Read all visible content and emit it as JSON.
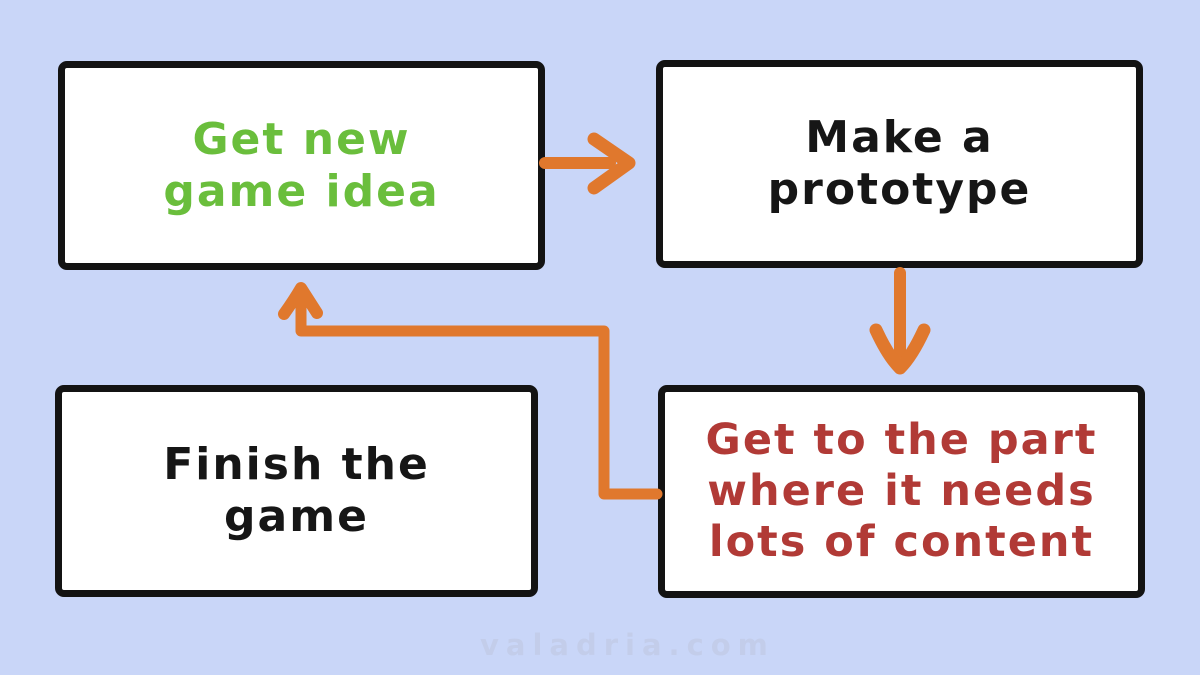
{
  "page": {
    "background_color": "#c9d6f8",
    "watermark": "valadria.com"
  },
  "flowchart": {
    "arrow_color": "#e0782d",
    "boxes": [
      {
        "id": "get-new-game-idea",
        "label": "Get new\ngame idea",
        "text_color": "#6abe3c"
      },
      {
        "id": "make-a-prototype",
        "label": "Make a\nprototype",
        "text_color": "#161616"
      },
      {
        "id": "finish-the-game",
        "label": "Finish the\ngame",
        "text_color": "#161616"
      },
      {
        "id": "lots-of-content",
        "label": "Get to the part\nwhere it needs\nlots of content",
        "text_color": "#b13a36"
      }
    ],
    "arrows": [
      {
        "id": "idea-to-prototype",
        "from": "get-new-game-idea",
        "to": "make-a-prototype"
      },
      {
        "id": "prototype-to-content",
        "from": "make-a-prototype",
        "to": "lots-of-content"
      },
      {
        "id": "content-back-to-idea",
        "from": "lots-of-content",
        "to": "get-new-game-idea"
      }
    ]
  }
}
